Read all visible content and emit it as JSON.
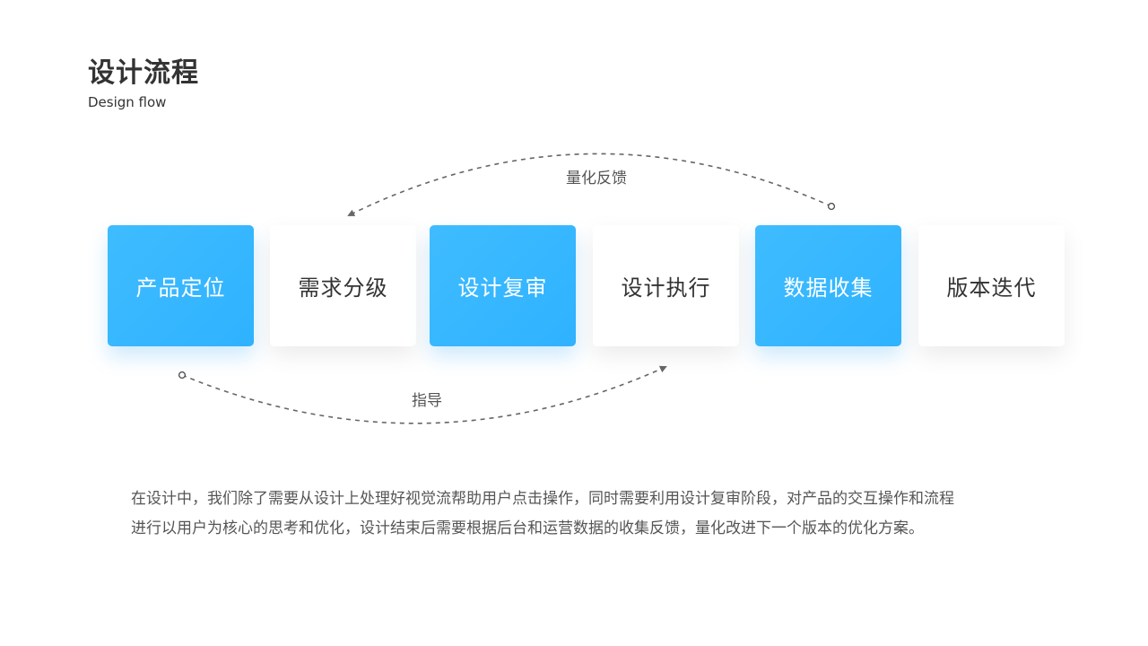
{
  "header": {
    "title": "设计流程",
    "subtitle": "Design flow"
  },
  "steps": [
    {
      "label": "产品定位",
      "style": "primary"
    },
    {
      "label": "需求分级",
      "style": "secondary"
    },
    {
      "label": "设计复审",
      "style": "primary"
    },
    {
      "label": "设计执行",
      "style": "secondary"
    },
    {
      "label": "数据收集",
      "style": "primary"
    },
    {
      "label": "版本迭代",
      "style": "secondary"
    }
  ],
  "flows": {
    "feedback": {
      "label": "量化反馈",
      "from": "数据收集",
      "to": "需求分级"
    },
    "guide": {
      "label": "指导",
      "from": "产品定位",
      "to": "设计执行"
    }
  },
  "description": {
    "line1": "在设计中，我们除了需要从设计上处理好视觉流帮助用户点击操作，同时需要利用设计复审阶段，对产品的交互操作和流程",
    "line2": "进行以用户为核心的思考和优化，设计结束后需要根据后台和运营数据的收集反馈，量化改进下一个版本的优化方案。"
  },
  "colors": {
    "primary": "#37b8ff",
    "text": "#333333",
    "muted": "#555555",
    "arrow": "#666666"
  }
}
